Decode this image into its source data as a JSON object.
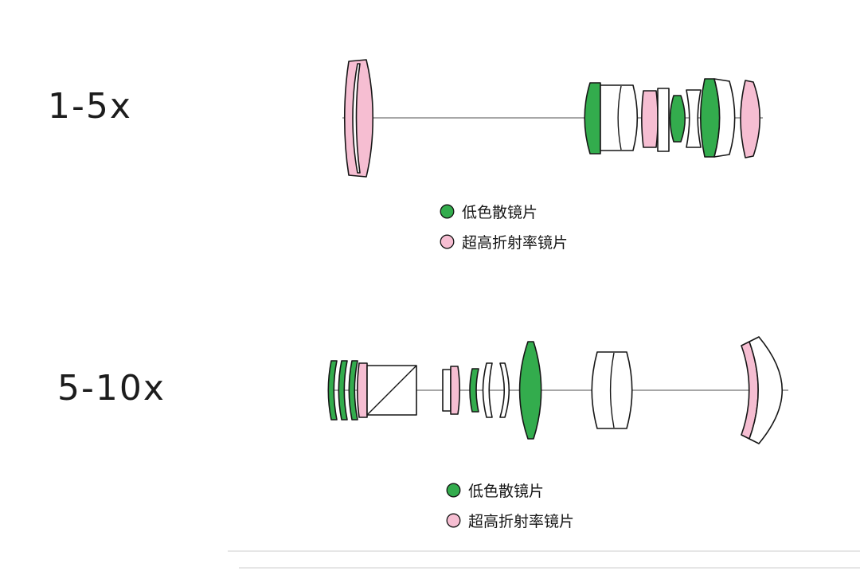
{
  "colors": {
    "low_dispersion_green": "#33AC4D",
    "ultra_high_refraction_pink": "#F6BED2",
    "outline": "#161616",
    "axis_line": "#4F4F4F",
    "faint_line": "#D7D7D7",
    "background": "#FFFFFF"
  },
  "diagrams": [
    {
      "id": "zoom-1-5x",
      "zoom_label": "1-5x",
      "legend": [
        {
          "label": "低色散镜片",
          "color": "#33AC4D"
        },
        {
          "label": "超高折射率镜片",
          "color": "#F6BED2"
        }
      ]
    },
    {
      "id": "zoom-5-10x",
      "zoom_label": "5-10x",
      "legend": [
        {
          "label": "低色散镜片",
          "color": "#33AC4D"
        },
        {
          "label": "超高折射率镜片",
          "color": "#F6BED2"
        }
      ]
    }
  ]
}
